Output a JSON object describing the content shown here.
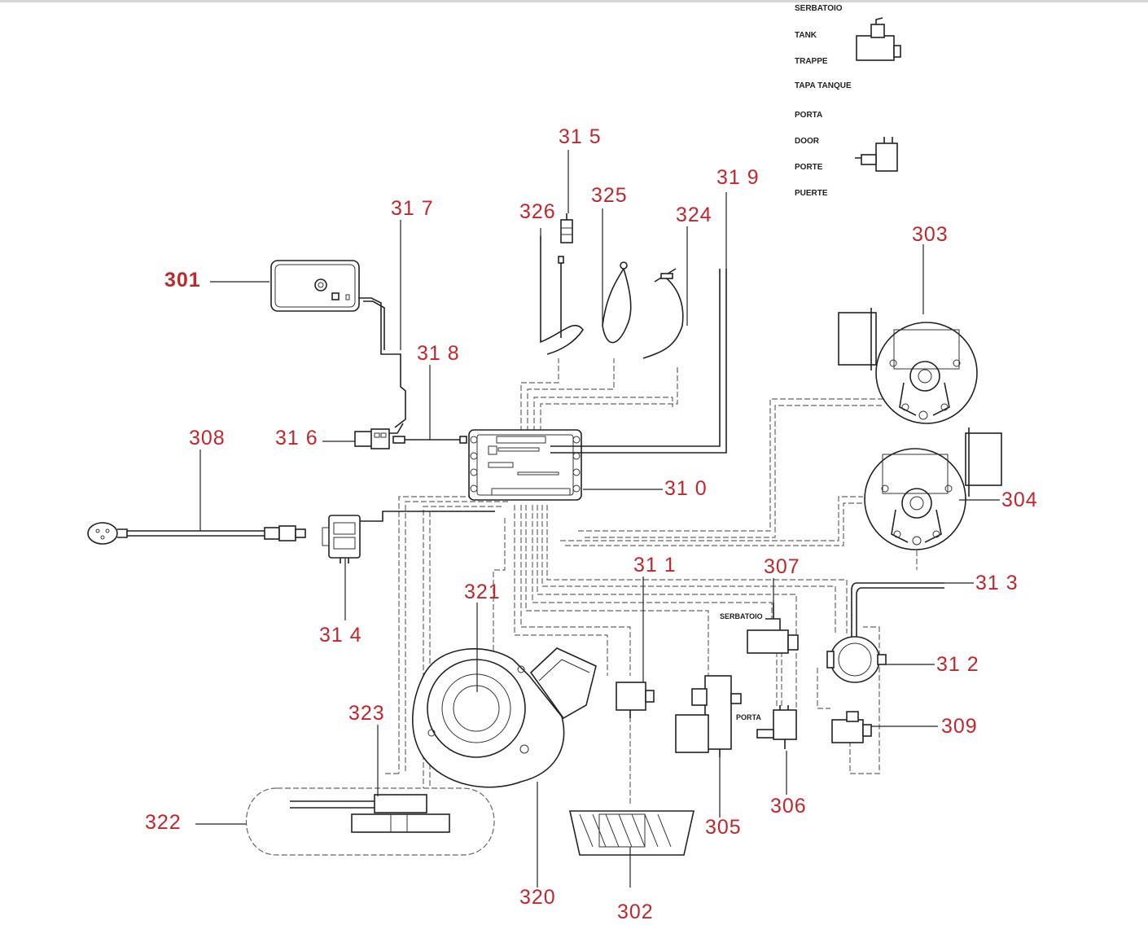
{
  "colors": {
    "label": "#c0272d",
    "line": "#222222",
    "wire": "#666666"
  },
  "legend": {
    "tank": [
      "SERBATOIO",
      "TANK",
      "TRAPPE",
      "TAPA TANQUE"
    ],
    "door": [
      "PORTA",
      "DOOR",
      "PORTE",
      "PUERTE"
    ]
  },
  "inline_labels": {
    "serbatoio": "SERBATOIO",
    "porta": "PORTA"
  },
  "part_numbers": {
    "p301": "301",
    "p302": "302",
    "p303": "303",
    "p304": "304",
    "p305": "305",
    "p306": "306",
    "p307": "307",
    "p308": "308",
    "p309": "309",
    "p310": "31 0",
    "p311": "31 1",
    "p312": "31 2",
    "p313": "31 3",
    "p314": "31 4",
    "p315": "31 5",
    "p316": "31 6",
    "p317": "31 7",
    "p318": "31 8",
    "p319": "31 9",
    "p320": "320",
    "p321": "321",
    "p322": "322",
    "p323": "323",
    "p324": "324",
    "p325": "325",
    "p326": "326"
  }
}
